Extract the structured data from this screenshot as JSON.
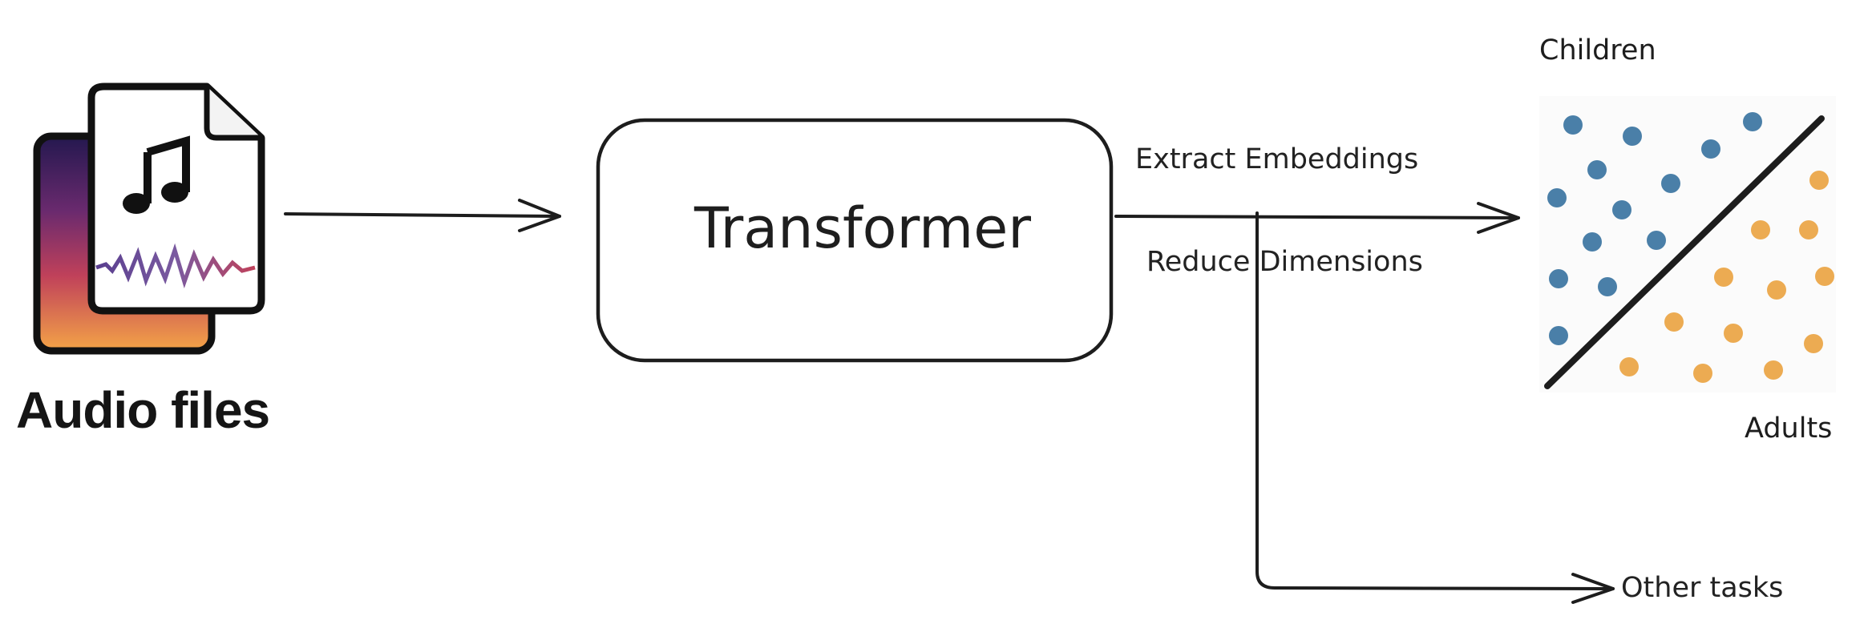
{
  "input": {
    "label": "Audio files",
    "icon": "audio-file-icon"
  },
  "model": {
    "label": "Transformer"
  },
  "edges": {
    "extract_label": "Extract Embeddings",
    "reduce_label": "Reduce Dimensions",
    "other_label": "Other tasks"
  },
  "classes": {
    "top_label": "Children",
    "bottom_label": "Adults",
    "children_color": "#4a7fa8",
    "adults_color": "#ecab52"
  },
  "colors": {
    "stroke": "#1d1d1d",
    "spectrogram_top": "#2a1a5c",
    "spectrogram_mid": "#b23a5a",
    "spectrogram_bottom": "#f2a54a"
  }
}
